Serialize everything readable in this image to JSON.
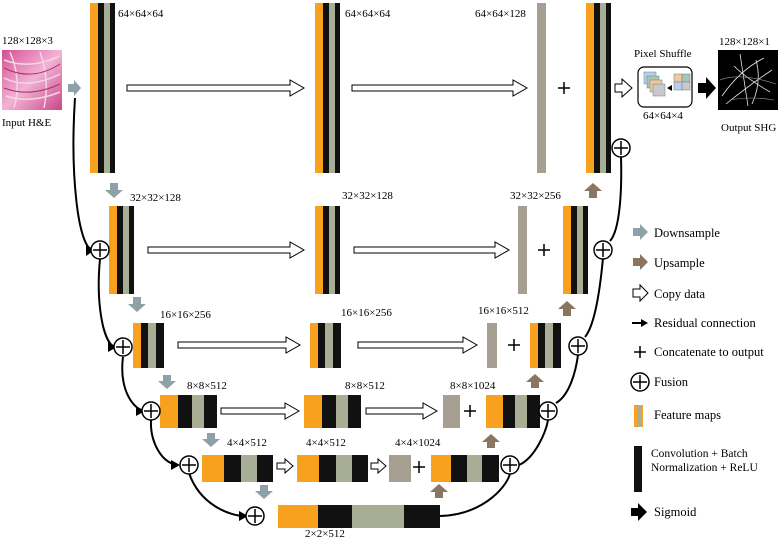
{
  "input": {
    "label": "Input H&E",
    "dims": "128×128×3"
  },
  "output": {
    "label": "Output SHG",
    "dims": "128×128×1"
  },
  "pixel_shuffle": {
    "label": "Pixel Shuffle",
    "dims": "64×64×4"
  },
  "encoder": [
    "64×64×64",
    "32×32×128",
    "16×16×256",
    "8×8×512",
    "4×4×512",
    "2×2×512"
  ],
  "copy": [
    "64×64×64",
    "32×32×128",
    "16×16×256",
    "8×8×512",
    "4×4×512"
  ],
  "concat": [
    "64×64×128",
    "32×32×256",
    "16×16×512",
    "8×8×1024",
    "4×4×1024"
  ],
  "legend": {
    "downsample": "Downsample",
    "upsample": "Upsample",
    "copy": "Copy data",
    "residual": "Residual connection",
    "concat": "Concatenate to output",
    "fusion": "Fusion",
    "feature_maps": "Feature maps",
    "conv": "Convolution + Batch Normalization + ReLU",
    "sigmoid": "Sigmoid"
  },
  "colors": {
    "orange": "#f7a11e",
    "sage": "#a8ad95",
    "black": "#111111",
    "concat_gray": "#a69e90",
    "down_arrow": "#8ea0a8",
    "up_arrow": "#8a7660"
  }
}
